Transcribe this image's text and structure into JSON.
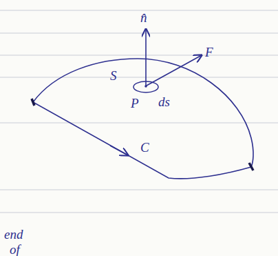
{
  "diagram": {
    "labels": [
      "n̂",
      "F",
      "S",
      "ds",
      "P",
      "C",
      "end",
      "of"
    ]
  }
}
